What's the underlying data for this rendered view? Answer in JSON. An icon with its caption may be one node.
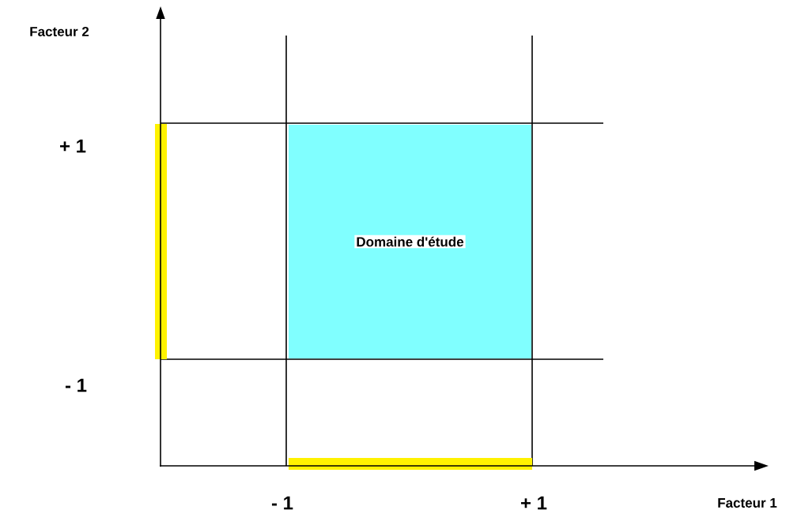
{
  "diagram": {
    "nodes": [
      {
        "text": [],
        "shape": "bar"
      },
      {
        "text": [
          "Domaine d'étude"
        ]
      },
      {
        "text": [],
        "shape": "bar"
      }
    ],
    "labels": [
      "Facteur 2",
      "+ 1",
      "- 1",
      "- 1",
      "+ 1",
      "Facteur 1"
    ]
  }
}
